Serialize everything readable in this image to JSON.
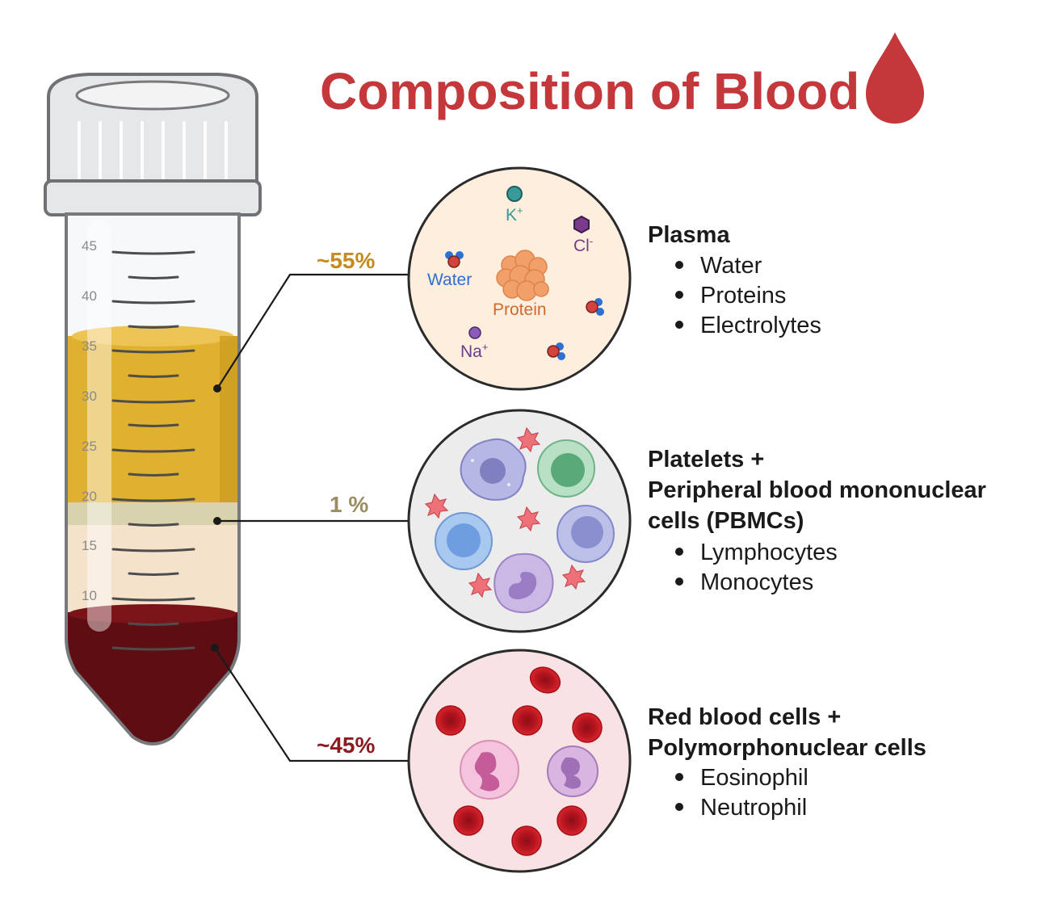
{
  "title": "Composition of Blood",
  "icons": {
    "title_icon": "blood-drop-icon"
  },
  "colors": {
    "title": "#c4373a",
    "plasma": "#e0b12e",
    "buffy_coat": "#d8d2ae",
    "rbc_layer": "#5e0e12",
    "plasma_pct": "#c58a20",
    "buffy_pct": "#9c8c63",
    "rbc_pct": "#8c1a1e"
  },
  "tube": {
    "graduations": [
      "45",
      "40",
      "35",
      "30",
      "25",
      "20",
      "15",
      "10"
    ]
  },
  "layers": [
    {
      "percent": "~55%",
      "heading": [
        "Plasma"
      ],
      "items": [
        "Water",
        "Proteins",
        "Electrolytes"
      ],
      "circle_labels": {
        "water": "Water",
        "protein": "Protein",
        "k": "K",
        "k_sup": "+",
        "cl": "Cl",
        "cl_sup": "-",
        "na": "Na",
        "na_sup": "+"
      }
    },
    {
      "percent": "1 %",
      "heading": [
        "Platelets +",
        "Peripheral blood mononuclear",
        "cells (PBMCs)"
      ],
      "items": [
        "Lymphocytes",
        "Monocytes"
      ]
    },
    {
      "percent": "~45%",
      "heading": [
        "Red blood cells +",
        "Polymorphonuclear cells"
      ],
      "items": [
        "Eosinophil",
        "Neutrophil"
      ]
    }
  ]
}
